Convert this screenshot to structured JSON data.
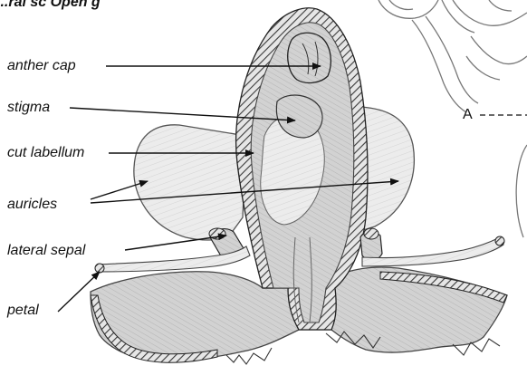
{
  "figure": {
    "partial_heading": "...ral sc Open g",
    "labels": {
      "anther_cap": "anther cap",
      "stigma": "stigma",
      "cut_labellum": "cut labellum",
      "auricles": "auricles",
      "lateral_sepal": "lateral sepal",
      "petal": "petal",
      "section_marker": "A"
    }
  },
  "colors": {
    "ink": "#222222",
    "sketch": "#5a5a5a",
    "shade": "#c9c9c9",
    "hatch": "#3a3a3a",
    "background": "#ffffff"
  }
}
